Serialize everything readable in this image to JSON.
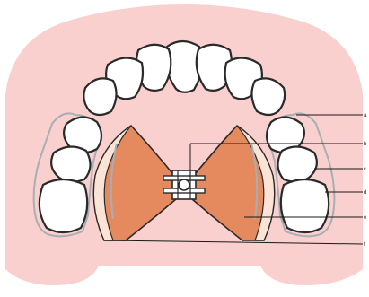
{
  "diagram": {
    "colors": {
      "palate": "#f9d0cd",
      "tooth_outline": "#2a2a2a",
      "wire": "#a6aeb6",
      "expander_pad": "#e58a5f"
    },
    "callouts": [
      {
        "id": "a",
        "text": "a"
      },
      {
        "id": "b",
        "text": "b"
      },
      {
        "id": "c",
        "text": "c"
      },
      {
        "id": "d",
        "text": "d"
      },
      {
        "id": "e",
        "text": "e"
      },
      {
        "id": "f",
        "text": "f"
      }
    ]
  }
}
